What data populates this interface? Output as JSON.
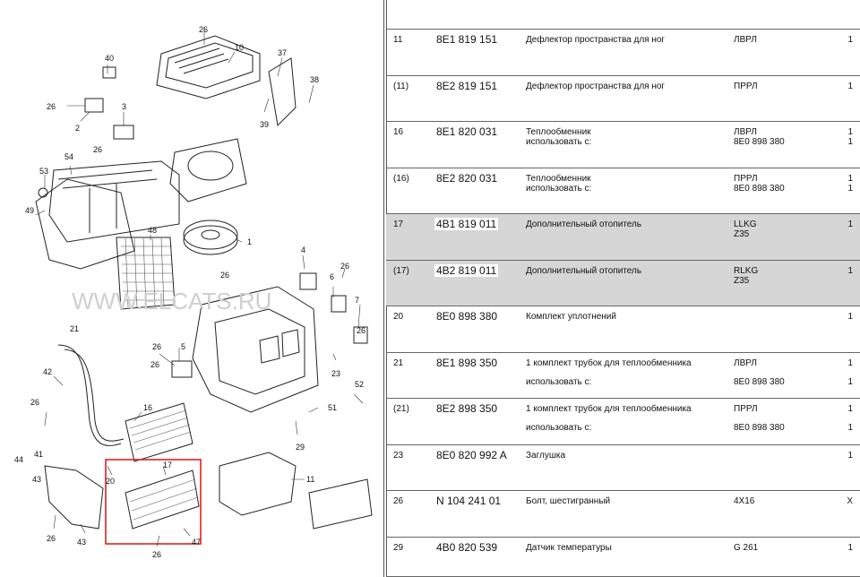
{
  "diagram": {
    "watermark": "WWW.ELCATS.RU",
    "labels": {
      "l26a": "26",
      "l10": "10",
      "l40": "40",
      "l37": "37",
      "l38": "38",
      "l26b": "26",
      "l2": "2",
      "l3": "3",
      "l39": "39",
      "l26c": "26",
      "l53": "53",
      "l54": "54",
      "l49": "49",
      "l48": "48",
      "l1": "1",
      "l4": "4",
      "l26d": "26",
      "l6": "6",
      "l26e": "26",
      "l7": "7",
      "l26f": "26",
      "l21": "21",
      "l26g": "26",
      "l5": "5",
      "l26h": "26",
      "l23": "23",
      "l42": "42",
      "l26i": "26",
      "l16": "16",
      "l52": "52",
      "l51": "51",
      "l41": "41",
      "l44": "44",
      "l43a": "43",
      "l20": "20",
      "l17": "17",
      "l29": "29",
      "l11": "11",
      "l26j": "26",
      "l43b": "43",
      "l26k": "26",
      "l47": "47"
    }
  },
  "table": {
    "rows": [
      {
        "pos": "11",
        "num": "8E1 819 151",
        "desc": "Дефлектор пространства для ног",
        "desc2": "",
        "rem": "ЛВРЛ",
        "rem2": "",
        "qty": "1",
        "qty2": "",
        "hl": false
      },
      {
        "pos": "(11)",
        "num": "8E2 819 151",
        "desc": "Дефлектор пространства для ног",
        "desc2": "",
        "rem": "ПРРЛ",
        "rem2": "",
        "qty": "1",
        "qty2": "",
        "hl": false
      },
      {
        "pos": "16",
        "num": "8E1 820 031",
        "desc": "Теплообменник\nиспользовать с:",
        "desc2": "",
        "rem": "ЛВРЛ\n8E0 898 380",
        "rem2": "",
        "qty": "1\n1",
        "qty2": "",
        "hl": false
      },
      {
        "pos": "(16)",
        "num": "8E2 820 031",
        "desc": "Теплообменник\nиспользовать с:",
        "desc2": "",
        "rem": "ПРРЛ\n8E0 898 380",
        "rem2": "",
        "qty": "1\n1",
        "qty2": "",
        "hl": false
      },
      {
        "pos": "17",
        "num": "4B1 819 011",
        "desc": "Дополнительный отопитель",
        "desc2": "",
        "rem": "LLKG\nZ35",
        "rem2": "",
        "qty": "1",
        "qty2": "",
        "hl": true
      },
      {
        "pos": "(17)",
        "num": "4B2 819 011",
        "desc": "Дополнительный отопитель",
        "desc2": "",
        "rem": "RLKG\nZ35",
        "rem2": "",
        "qty": "1",
        "qty2": "",
        "hl": true
      },
      {
        "pos": "20",
        "num": "8E0 898 380",
        "desc": "Комплект уплотнений",
        "desc2": "",
        "rem": "",
        "rem2": "",
        "qty": "1",
        "qty2": "",
        "hl": false
      },
      {
        "pos": "21",
        "num": "8E1 898 350",
        "desc": "1 комплект трубок для теплообменника",
        "desc2": "использовать с:",
        "rem": "ЛВРЛ",
        "rem2": "8E0 898 380",
        "qty": "1",
        "qty2": "1",
        "hl": false
      },
      {
        "pos": "(21)",
        "num": "8E2 898 350",
        "desc": "1 комплект трубок для теплообменника",
        "desc2": "использовать с:",
        "rem": "ПРРЛ",
        "rem2": "8E0 898 380",
        "qty": "1",
        "qty2": "1",
        "hl": false
      },
      {
        "pos": "23",
        "num": "8E0 820 992 A",
        "desc": "Заглушка",
        "desc2": "",
        "rem": "",
        "rem2": "",
        "qty": "1",
        "qty2": "",
        "hl": false
      },
      {
        "pos": "26",
        "num": "N 104 241 01",
        "desc": "Болт, шестигранный",
        "desc2": "",
        "rem": "4X16",
        "rem2": "",
        "qty": "X",
        "qty2": "",
        "hl": false
      },
      {
        "pos": "29",
        "num": "4B0 820 539",
        "desc": "Датчик температуры",
        "desc2": "",
        "rem": "G 261",
        "rem2": "",
        "qty": "1",
        "qty2": "",
        "hl": false
      }
    ]
  }
}
